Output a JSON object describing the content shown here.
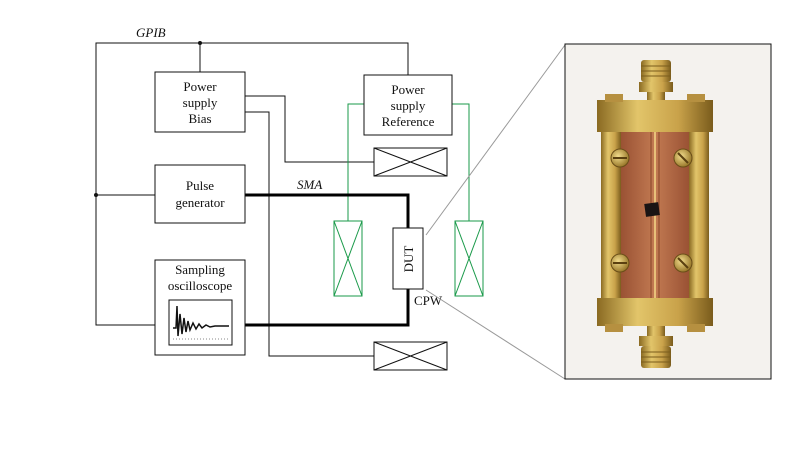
{
  "labels": {
    "gpib": "GPIB",
    "sma": "SMA",
    "cpw": "CPW",
    "dut": "DUT"
  },
  "blocks": {
    "power_bias": [
      "Power",
      "supply",
      "Bias"
    ],
    "power_reference": [
      "Power",
      "supply",
      "Reference"
    ],
    "pulse_generator": [
      "Pulse",
      "generator"
    ],
    "sampling_oscilloscope": [
      "Sampling",
      "oscilloscope"
    ]
  },
  "photo": {
    "subject": "coplanar waveguide test fixture with SMA connectors and DUT"
  },
  "colors": {
    "line": "#111111",
    "bias_tee": "#1a9a4a",
    "fixture_gold": "#c9a24a",
    "substrate_copper": "#b86a44"
  }
}
